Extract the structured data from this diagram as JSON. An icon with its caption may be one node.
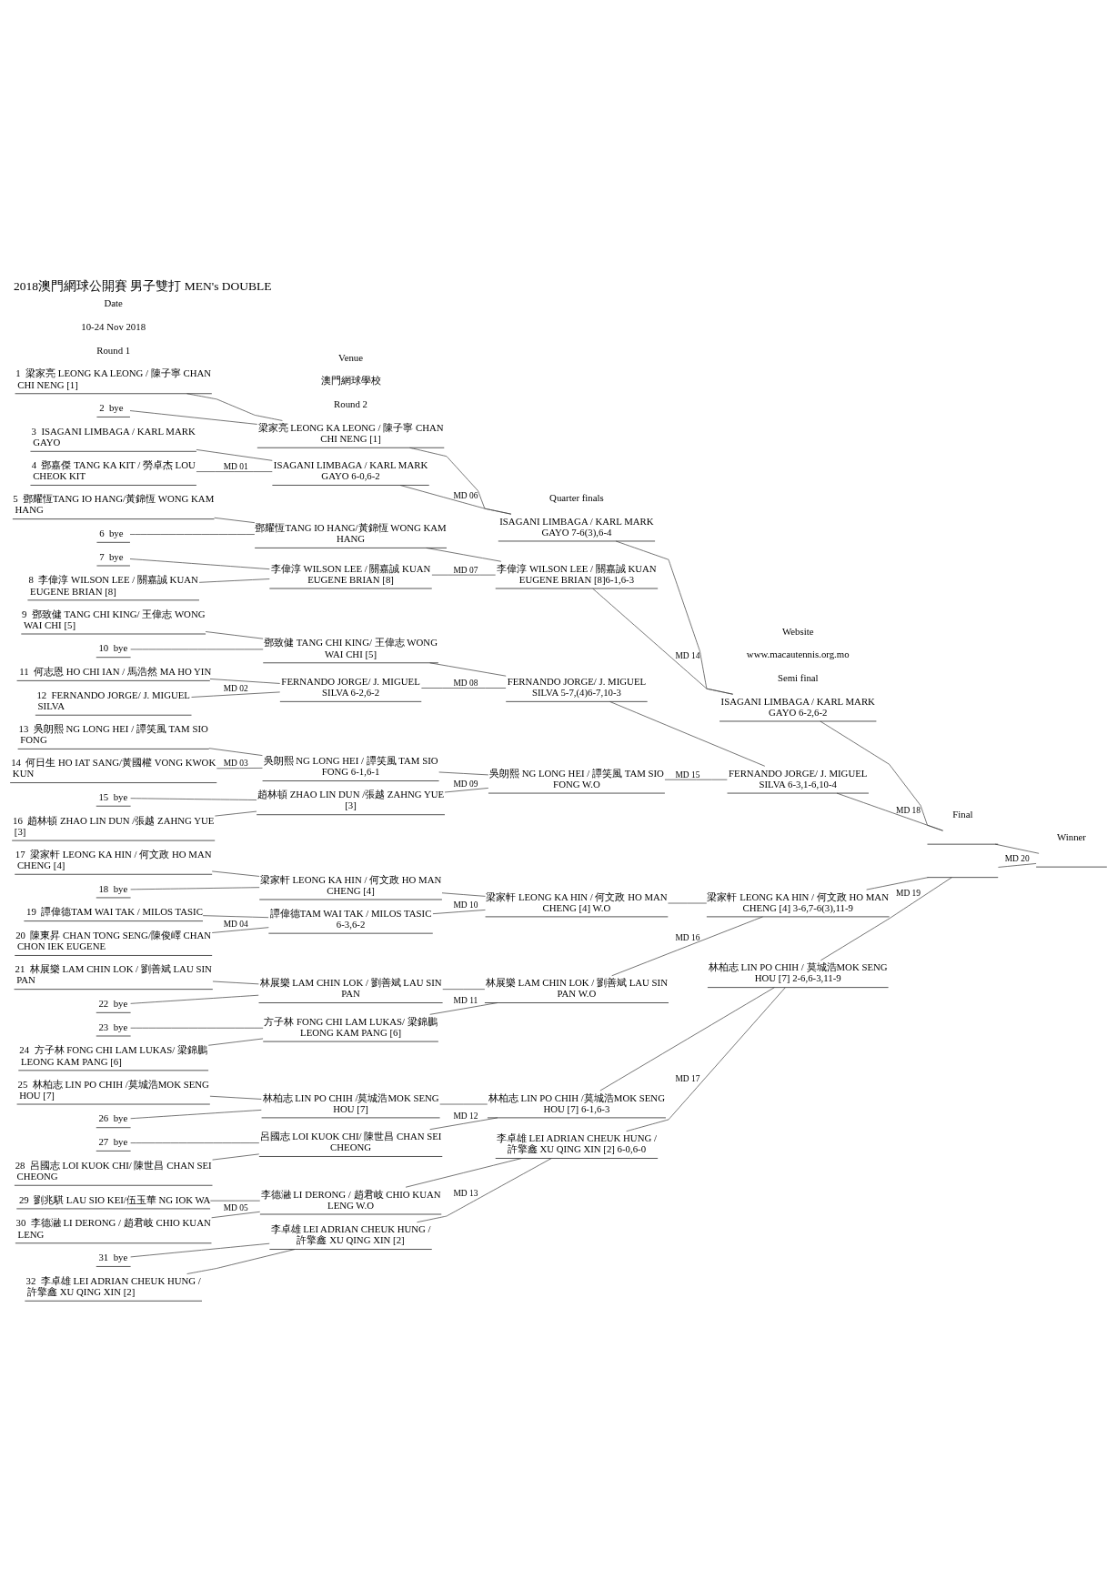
{
  "diagram": {
    "title": "2018澳門網球公開賽 男子雙打 MEN's DOUBLE",
    "nodes": [
      {
        "text": [
          "1",
          "梁家亮 LEONG KA LEONG / 陳子寧 CHAN CHI NENG [1]"
        ]
      },
      {
        "text": [
          "2",
          "bye"
        ]
      },
      {
        "text": [
          "3",
          "ISAGANI LIMBAGA / KARL MARK GAYO"
        ]
      },
      {
        "text": [
          "4",
          "鄧嘉傑 TANG KA KIT / 勞卓杰 LOU CHEOK KIT"
        ]
      },
      {
        "text": [
          "5",
          "鄧耀恆TANG IO HANG/黃錦恆 WONG KAM HANG"
        ]
      },
      {
        "text": [
          "6",
          "bye"
        ]
      },
      {
        "text": [
          "7",
          "bye"
        ]
      },
      {
        "text": [
          "8",
          "李偉淳 WILSON LEE / 關嘉誠 KUAN EUGENE BRIAN [8]"
        ]
      },
      {
        "text": [
          "9",
          "鄧致健 TANG CHI KING/ 王偉志 WONG WAI CHI [5]"
        ]
      },
      {
        "text": [
          "10",
          "bye"
        ]
      },
      {
        "text": [
          "11",
          "何志恩 HO CHI IAN / 馬浩然 MA HO YIN"
        ]
      },
      {
        "text": [
          "12",
          "FERNANDO JORGE/ J. MIGUEL SILVA"
        ]
      },
      {
        "text": [
          "13",
          "吳朗熙 NG LONG HEI / 譚笑風 TAM SIO FONG"
        ]
      },
      {
        "text": [
          "14",
          "何日生 HO IAT SANG/黃國權 VONG KWOK KUN"
        ]
      },
      {
        "text": [
          "15",
          "bye"
        ]
      },
      {
        "text": [
          "16",
          "趙林頓 ZHAO LIN DUN /張越 ZAHNG YUE [3]"
        ]
      },
      {
        "text": [
          "17",
          "梁家軒 LEONG KA HIN / 何文政 HO MAN CHENG [4]"
        ]
      },
      {
        "text": [
          "18",
          "bye"
        ]
      },
      {
        "text": [
          "19",
          "譚偉德TAM WAI TAK / MILOS TASIC"
        ]
      },
      {
        "text": [
          "20",
          "陳東昇 CHAN TONG SENG/陳俊嶧 CHAN CHON IEK EUGENE"
        ]
      },
      {
        "text": [
          "21",
          "林展樂 LAM CHIN LOK / 劉善斌 LAU SIN PAN"
        ]
      },
      {
        "text": [
          "22",
          "bye"
        ]
      },
      {
        "text": [
          "23",
          "bye"
        ]
      },
      {
        "text": [
          "24",
          "方子林 FONG CHI LAM LUKAS/ 梁錦鵬 LEONG KAM PANG [6]"
        ]
      },
      {
        "text": [
          "25",
          "林柏志 LIN PO CHIH /莫城浩MOK SENG HOU [7]"
        ]
      },
      {
        "text": [
          "26",
          "bye"
        ]
      },
      {
        "text": [
          "27",
          "bye"
        ]
      },
      {
        "text": [
          "28",
          "呂國志 LOI KUOK CHI/ 陳世昌 CHAN SEI CHEONG"
        ]
      },
      {
        "text": [
          "29",
          "劉兆騏 LAU SIO KEI/伍玉華 NG IOK WA"
        ]
      },
      {
        "text": [
          "30",
          "李德瀜 LI DERONG / 趙君岐 CHIO KUAN LENG"
        ]
      },
      {
        "text": [
          "31",
          "bye"
        ]
      },
      {
        "text": [
          "32",
          "李卓雄 LEI ADRIAN CHEUK HUNG / 許擎鑫 XU QING XIN [2]"
        ]
      },
      {
        "text": [
          "梁家亮 LEONG KA LEONG / 陳子寧 CHAN CHI NENG [1]"
        ]
      },
      {
        "text": [
          "ISAGANI LIMBAGA / KARL MARK GAYO 6-0,6-2"
        ]
      },
      {
        "text": [
          "鄧耀恆TANG IO HANG/黃錦恆 WONG KAM HANG"
        ]
      },
      {
        "text": [
          "李偉淳 WILSON LEE / 關嘉誠 KUAN EUGENE BRIAN [8]"
        ]
      },
      {
        "text": [
          "鄧致健 TANG CHI KING/ 王偉志 WONG WAI CHI [5]"
        ]
      },
      {
        "text": [
          "FERNANDO JORGE/ J. MIGUEL SILVA 6-2,6-2"
        ]
      },
      {
        "text": [
          "吳朗熙 NG LONG HEI / 譚笑風 TAM SIO FONG 6-1,6-1"
        ]
      },
      {
        "text": [
          "趙林頓 ZHAO LIN DUN /張越 ZAHNG YUE [3]"
        ]
      },
      {
        "text": [
          "梁家軒 LEONG KA HIN / 何文政 HO MAN CHENG [4]"
        ]
      },
      {
        "text": [
          "譚偉德TAM WAI TAK / MILOS TASIC 6-3,6-2"
        ]
      },
      {
        "text": [
          "林展樂 LAM CHIN LOK / 劉善斌 LAU SIN PAN"
        ]
      },
      {
        "text": [
          "方子林 FONG CHI LAM LUKAS/ 梁錦鵬 LEONG KAM PANG [6]"
        ]
      },
      {
        "text": [
          "林柏志 LIN PO CHIH /莫城浩MOK SENG HOU [7]"
        ]
      },
      {
        "text": [
          "呂國志 LOI KUOK CHI/ 陳世昌 CHAN SEI CHEONG"
        ]
      },
      {
        "text": [
          "李德瀜 LI DERONG / 趙君岐 CHIO KUAN LENG W.O"
        ]
      },
      {
        "text": [
          "李卓雄 LEI ADRIAN CHEUK HUNG / 許擎鑫 XU QING XIN [2]"
        ]
      },
      {
        "text": [
          "ISAGANI LIMBAGA / KARL MARK GAYO 7-6(3),6-4"
        ]
      },
      {
        "text": [
          "李偉淳 WILSON LEE / 關嘉誠 KUAN EUGENE BRIAN [8]6-1,6-3"
        ]
      },
      {
        "text": [
          "FERNANDO JORGE/ J. MIGUEL SILVA 5-7,(4)6-7,10-3"
        ]
      },
      {
        "text": [
          "吳朗熙 NG LONG HEI / 譚笑風 TAM SIO FONG W.O"
        ]
      },
      {
        "text": [
          "梁家軒 LEONG KA HIN / 何文政 HO MAN CHENG [4] W.O"
        ]
      },
      {
        "text": [
          "林展樂 LAM CHIN LOK / 劉善斌 LAU SIN PAN W.O"
        ]
      },
      {
        "text": [
          "林柏志 LIN PO CHIH /莫城浩MOK SENG HOU [7] 6-1,6-3"
        ]
      },
      {
        "text": [
          "李卓雄 LEI ADRIAN CHEUK HUNG / 許擎鑫 XU QING XIN [2] 6-0,6-0"
        ]
      },
      {
        "text": [
          "ISAGANI LIMBAGA / KARL MARK GAYO 6-2,6-2"
        ]
      },
      {
        "text": [
          "FERNANDO JORGE/ J. MIGUEL SILVA 6-3,1-6,10-4"
        ]
      },
      {
        "text": [
          "梁家軒 LEONG KA HIN / 何文政 HO MAN CHENG [4] 3-6,7-6(3),11-9"
        ]
      },
      {
        "text": [
          "林柏志 LIN PO CHIH / 莫城浩MOK SENG HOU [7] 2-6,6-3,11-9"
        ]
      },
      {
        "text": [],
        "shape": "bar"
      },
      {
        "text": [],
        "shape": "bar"
      },
      {
        "text": [],
        "shape": "bar"
      }
    ],
    "edges": [
      {
        "from": 0,
        "to": 32,
        "arrow": "none"
      },
      {
        "from": 1,
        "to": 32,
        "arrow": "none"
      },
      {
        "from": 2,
        "to": 33,
        "arrow": "none"
      },
      {
        "from": 3,
        "to": 33,
        "arrow": "none",
        "label": "MD 01"
      },
      {
        "from": 4,
        "to": 34,
        "arrow": "none"
      },
      {
        "from": 5,
        "to": 34,
        "arrow": "none"
      },
      {
        "from": 6,
        "to": 35,
        "arrow": "none"
      },
      {
        "from": 7,
        "to": 35,
        "arrow": "none"
      },
      {
        "from": 8,
        "to": 36,
        "arrow": "none"
      },
      {
        "from": 9,
        "to": 36,
        "arrow": "none"
      },
      {
        "from": 10,
        "to": 37,
        "arrow": "none"
      },
      {
        "from": 11,
        "to": 37,
        "arrow": "none",
        "label": "MD 02"
      },
      {
        "from": 12,
        "to": 38,
        "arrow": "none"
      },
      {
        "from": 13,
        "to": 38,
        "arrow": "none",
        "label": "MD 03"
      },
      {
        "from": 14,
        "to": 39,
        "arrow": "none"
      },
      {
        "from": 15,
        "to": 39,
        "arrow": "none"
      },
      {
        "from": 16,
        "to": 40,
        "arrow": "none"
      },
      {
        "from": 17,
        "to": 40,
        "arrow": "none"
      },
      {
        "from": 18,
        "to": 41,
        "arrow": "none"
      },
      {
        "from": 19,
        "to": 41,
        "arrow": "none",
        "label": "MD 04"
      },
      {
        "from": 20,
        "to": 42,
        "arrow": "none"
      },
      {
        "from": 21,
        "to": 42,
        "arrow": "none"
      },
      {
        "from": 22,
        "to": 43,
        "arrow": "none"
      },
      {
        "from": 23,
        "to": 43,
        "arrow": "none"
      },
      {
        "from": 24,
        "to": 44,
        "arrow": "none"
      },
      {
        "from": 25,
        "to": 44,
        "arrow": "none"
      },
      {
        "from": 26,
        "to": 45,
        "arrow": "none"
      },
      {
        "from": 27,
        "to": 45,
        "arrow": "none"
      },
      {
        "from": 28,
        "to": 46,
        "arrow": "none"
      },
      {
        "from": 29,
        "to": 46,
        "arrow": "none",
        "label": "MD 05"
      },
      {
        "from": 30,
        "to": 47,
        "arrow": "none"
      },
      {
        "from": 31,
        "to": 47,
        "arrow": "none"
      },
      {
        "from": 32,
        "to": 48,
        "arrow": "none"
      },
      {
        "from": 33,
        "to": 48,
        "arrow": "none",
        "label": "MD 06"
      },
      {
        "from": 34,
        "to": 49,
        "arrow": "none"
      },
      {
        "from": 35,
        "to": 49,
        "arrow": "none",
        "label": "MD 07"
      },
      {
        "from": 36,
        "to": 50,
        "arrow": "none"
      },
      {
        "from": 37,
        "to": 50,
        "arrow": "none",
        "label": "MD 08"
      },
      {
        "from": 38,
        "to": 51,
        "arrow": "none"
      },
      {
        "from": 39,
        "to": 51,
        "arrow": "none",
        "label": "MD 09"
      },
      {
        "from": 40,
        "to": 52,
        "arrow": "none"
      },
      {
        "from": 41,
        "to": 52,
        "arrow": "none",
        "label": "MD 10"
      },
      {
        "from": 42,
        "to": 53,
        "arrow": "none"
      },
      {
        "from": 43,
        "to": 53,
        "arrow": "none",
        "label": "MD 11"
      },
      {
        "from": 44,
        "to": 54,
        "arrow": "none"
      },
      {
        "from": 45,
        "to": 54,
        "arrow": "none",
        "label": "MD 12"
      },
      {
        "from": 46,
        "to": 55,
        "arrow": "none"
      },
      {
        "from": 47,
        "to": 55,
        "arrow": "none",
        "label": "MD 13"
      },
      {
        "from": 48,
        "to": 56,
        "arrow": "none"
      },
      {
        "from": 49,
        "to": 56,
        "arrow": "none",
        "label": "MD 14"
      },
      {
        "from": 50,
        "to": 57,
        "arrow": "none"
      },
      {
        "from": 51,
        "to": 57,
        "arrow": "none",
        "label": "MD 15"
      },
      {
        "from": 52,
        "to": 58,
        "arrow": "none"
      },
      {
        "from": 53,
        "to": 58,
        "arrow": "none",
        "label": "MD 16"
      },
      {
        "from": 54,
        "to": 59,
        "arrow": "none"
      },
      {
        "from": 55,
        "to": 59,
        "arrow": "none",
        "label": "MD 17"
      },
      {
        "from": 56,
        "to": 60,
        "arrow": "none"
      },
      {
        "from": 57,
        "to": 60,
        "arrow": "none",
        "label": "MD 18"
      },
      {
        "from": 58,
        "to": 61,
        "arrow": "none"
      },
      {
        "from": 59,
        "to": 61,
        "arrow": "none",
        "label": "MD 19"
      },
      {
        "from": 60,
        "to": 62,
        "arrow": "none"
      },
      {
        "from": 61,
        "to": 62,
        "arrow": "none",
        "label": "MD 20"
      }
    ],
    "labels": [
      "Date",
      "10-24 Nov 2018",
      "Venue",
      "澳門網球學校",
      "Website",
      "www.macautennis.org.mo",
      "Round 1",
      "Round 2",
      "Quarter finals",
      "Semi final",
      "Final",
      "Winner"
    ]
  }
}
